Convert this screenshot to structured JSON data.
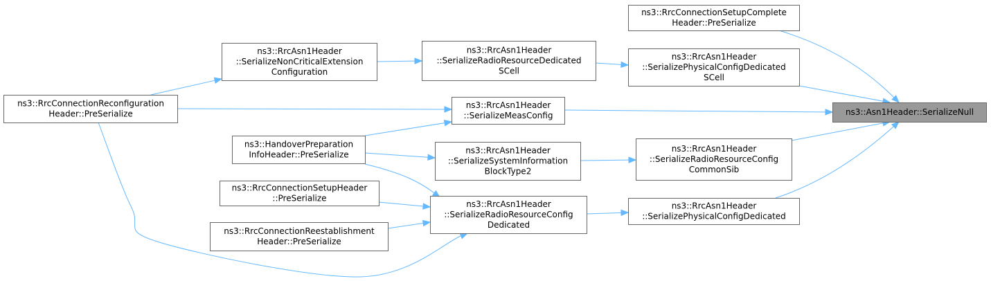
{
  "diagram": {
    "nodes": {
      "serialize_null": [
        "ns3::Asn1Header::SerializeNull"
      ],
      "setup_complete": [
        "ns3::RrcConnectionSetupComplete",
        "Header::PreSerialize"
      ],
      "phys_cfg_ded_scell": [
        "ns3::RrcAsn1Header",
        "::SerializePhysicalConfigDedicated",
        "SCell"
      ],
      "meas_config": [
        "ns3::RrcAsn1Header",
        "::SerializeMeasConfig"
      ],
      "rr_cfg_common_sib": [
        "ns3::RrcAsn1Header",
        "::SerializeRadioResourceConfig",
        "CommonSib"
      ],
      "phys_cfg_ded": [
        "ns3::RrcAsn1Header",
        "::SerializePhysicalConfigDedicated"
      ],
      "rr_ded_scell": [
        "ns3::RrcAsn1Header",
        "::SerializeRadioResourceDedicated",
        "SCell"
      ],
      "sib_type2": [
        "ns3::RrcAsn1Header",
        "::SerializeSystemInformation",
        "BlockType2"
      ],
      "rr_cfg_ded": [
        "ns3::RrcAsn1Header",
        "::SerializeRadioResourceConfig",
        "Dedicated"
      ],
      "noncritical_ext": [
        "ns3::RrcAsn1Header",
        "::SerializeNonCriticalExtension",
        "Configuration"
      ],
      "reconfig": [
        "ns3::RrcConnectionReconfiguration",
        "Header::PreSerialize"
      ],
      "handover": [
        "ns3::HandoverPreparation",
        "InfoHeader::PreSerialize"
      ],
      "setup_header": [
        "ns3::RrcConnectionSetupHeader",
        "::PreSerialize"
      ],
      "reestablish": [
        "ns3::RrcConnectionReestablishment",
        "Header::PreSerialize"
      ]
    },
    "edges": [
      [
        "setup_complete",
        "serialize_null"
      ],
      [
        "phys_cfg_ded_scell",
        "serialize_null"
      ],
      [
        "meas_config",
        "serialize_null"
      ],
      [
        "rr_cfg_common_sib",
        "serialize_null"
      ],
      [
        "phys_cfg_ded",
        "serialize_null"
      ],
      [
        "rr_ded_scell",
        "phys_cfg_ded_scell"
      ],
      [
        "reconfig",
        "meas_config"
      ],
      [
        "handover",
        "meas_config"
      ],
      [
        "sib_type2",
        "rr_cfg_common_sib"
      ],
      [
        "rr_cfg_ded",
        "phys_cfg_ded"
      ],
      [
        "noncritical_ext",
        "rr_ded_scell"
      ],
      [
        "handover",
        "sib_type2"
      ],
      [
        "handover",
        "rr_cfg_ded"
      ],
      [
        "setup_header",
        "rr_cfg_ded"
      ],
      [
        "reestablish",
        "rr_cfg_ded"
      ],
      [
        "reconfig",
        "rr_cfg_ded"
      ],
      [
        "reconfig",
        "noncritical_ext"
      ]
    ],
    "focus_node": "serialize_null",
    "colors": {
      "edge": "#63b8ff",
      "box_border": "#666666",
      "focus_fill": "#999999"
    }
  }
}
